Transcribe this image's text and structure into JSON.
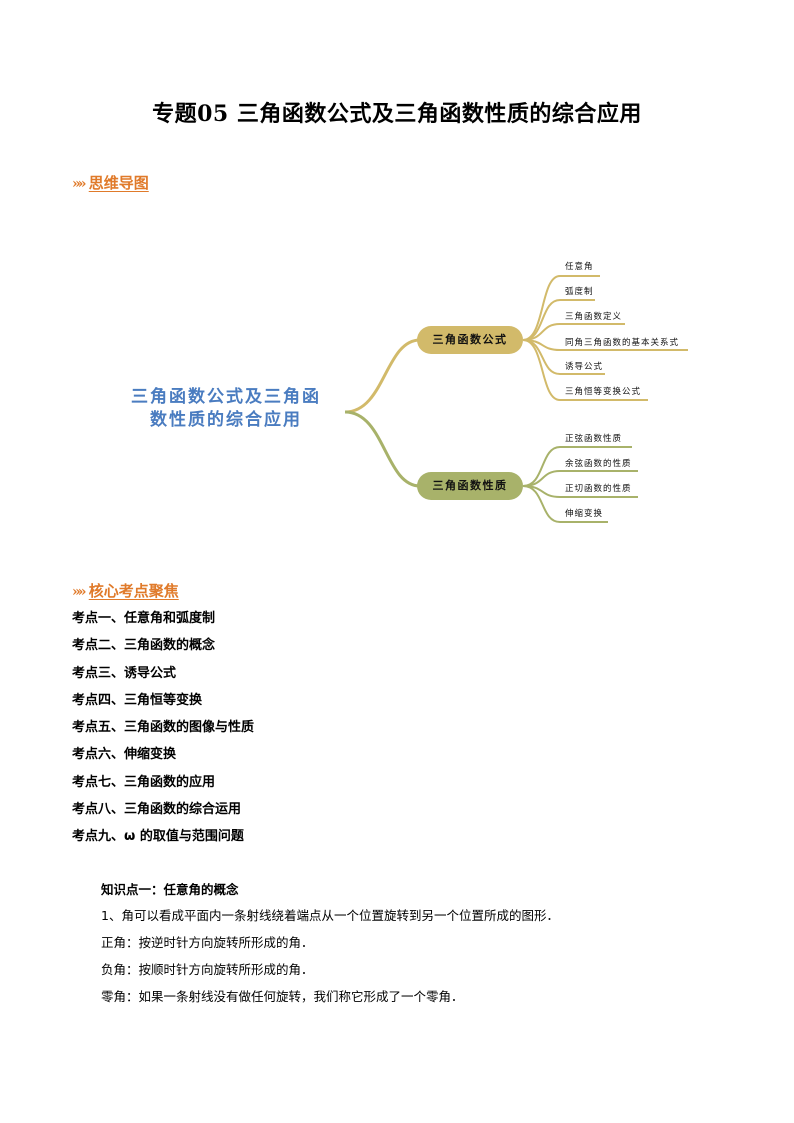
{
  "document": {
    "title": "专题05  三角函数公式及三角函数性质的综合应用"
  },
  "sections": {
    "mindmap_heading": {
      "icon": "double-chevron-icon",
      "chevron": "»",
      "label": "思维导图"
    },
    "core_heading": {
      "icon": "double-chevron-icon",
      "chevron": "»",
      "label": "核心考点聚焦"
    }
  },
  "mindmap": {
    "root": {
      "line1": "三角函数公式及三角函",
      "line2": "数性质的综合应用",
      "color": "#4a7cc0"
    },
    "branches": [
      {
        "label": "三角函数公式",
        "color": "#d2ba6a",
        "leaves": [
          "任意角",
          "弧度制",
          "三角函数定义",
          "同角三角函数的基本关系式",
          "诱导公式",
          "三角恒等变换公式"
        ]
      },
      {
        "label": "三角函数性质",
        "color": "#a8b26a",
        "leaves": [
          "正弦函数性质",
          "余弦函数的性质",
          "正切函数的性质",
          "伸缩变换"
        ]
      }
    ]
  },
  "core_points": [
    "考点一、任意角和弧度制",
    "考点二、三角函数的概念",
    "考点三、诱导公式",
    "考点四、三角恒等变换",
    "考点五、三角函数的图像与性质",
    "考点六、伸缩变换",
    "考点七、三角函数的应用",
    "考点八、三角函数的综合运用",
    "考点九、ω 的取值与范围问题"
  ],
  "knowledge_point": {
    "title": "知识点一：任意角的概念",
    "lines": [
      "1、角可以看成平面内一条射线绕着端点从一个位置旋转到另一个位置所成的图形．",
      "正角：按逆时针方向旋转所形成的角．",
      "负角：按顺时针方向旋转所形成的角．",
      "零角：如果一条射线没有做任何旋转，我们称它形成了一个零角．"
    ]
  },
  "colors": {
    "heading_orange": "#e07a2a",
    "root_blue": "#4a7cc0",
    "branch1_gold": "#d2ba6a",
    "branch2_olive": "#a8b26a"
  }
}
